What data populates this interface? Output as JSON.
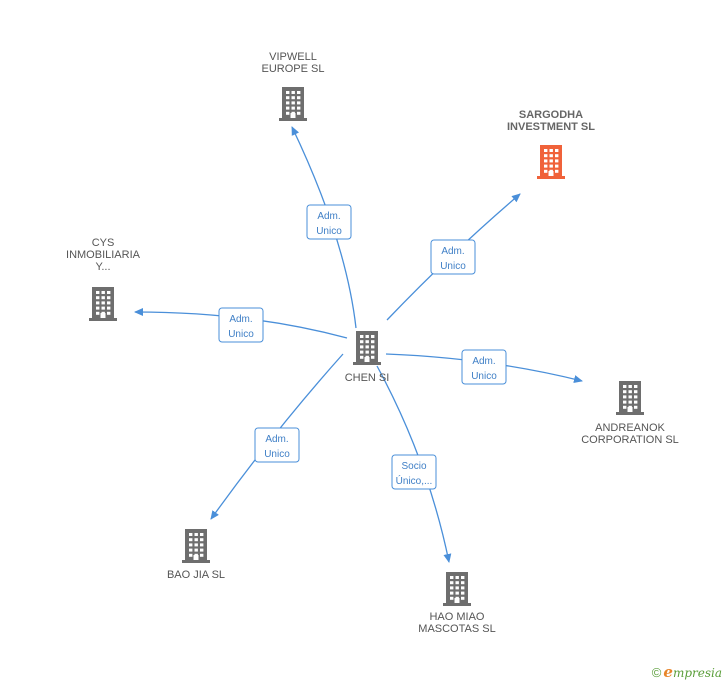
{
  "center": {
    "id": "chen",
    "label": [
      "CHEN SI"
    ]
  },
  "nodes": [
    {
      "id": "vipwell",
      "label": [
        "VIPWELL",
        "EUROPE SL"
      ],
      "highlight": false
    },
    {
      "id": "sargodha",
      "label": [
        "SARGODHA",
        "INVESTMENT SL"
      ],
      "highlight": true
    },
    {
      "id": "cys",
      "label": [
        "CYS",
        "INMOBILIARIA",
        "Y..."
      ],
      "highlight": false
    },
    {
      "id": "andreanok",
      "label": [
        "ANDREANOK",
        "CORPORATION SL"
      ],
      "highlight": false
    },
    {
      "id": "baojia",
      "label": [
        "BAO JIA SL"
      ],
      "highlight": false
    },
    {
      "id": "haomiao",
      "label": [
        "HAO MIAO",
        "MASCOTAS SL"
      ],
      "highlight": false
    }
  ],
  "edges": [
    {
      "to": "vipwell",
      "label": [
        "Adm.",
        "Unico"
      ]
    },
    {
      "to": "sargodha",
      "label": [
        "Adm.",
        "Unico"
      ]
    },
    {
      "to": "cys",
      "label": [
        "Adm.",
        "Unico"
      ]
    },
    {
      "to": "andreanok",
      "label": [
        "Adm.",
        "Unico"
      ]
    },
    {
      "to": "baojia",
      "label": [
        "Adm.",
        "Unico"
      ]
    },
    {
      "to": "haomiao",
      "label": [
        "Socio",
        "Único,..."
      ]
    }
  ],
  "colors": {
    "building": "#6e6e6e",
    "highlight": "#f0623a",
    "edge": "#4a8fd9"
  },
  "icon": "building-icon",
  "brand": {
    "copyright": "©",
    "initial": "e",
    "rest": "mpresia"
  }
}
